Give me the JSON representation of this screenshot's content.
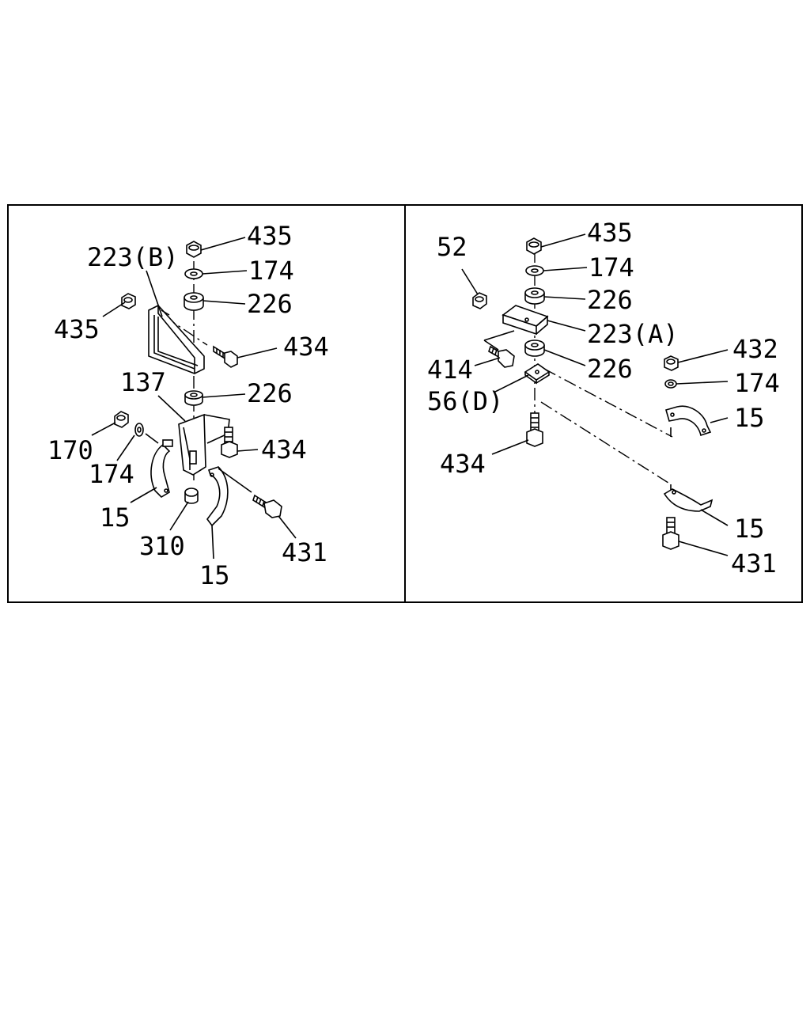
{
  "colors": {
    "ink": "#000000",
    "background": "#ffffff"
  },
  "panels": [
    {
      "labels": {
        "nut_top": "435",
        "washer": "174",
        "bushing_upper": "226",
        "bracket": "223(B)",
        "nut_left": "435",
        "bolt_upper": "434",
        "hanger": "137",
        "bushing_lower": "226",
        "nut_170": "170",
        "washer_lower": "174",
        "bolt_lower": "434",
        "clamp_left": "15",
        "spacer": "310",
        "bolt_431": "431",
        "clamp_bottom": "15"
      }
    },
    {
      "labels": {
        "nut_52": "52",
        "nut_top": "435",
        "washer": "174",
        "bushing_upper": "226",
        "bracket": "223(A)",
        "bolt_414": "414",
        "bushing_lower": "226",
        "plate": "56(D)",
        "bolt_434": "434",
        "nut_432": "432",
        "washer_right": "174",
        "clamp_upper": "15",
        "clamp_lower": "15",
        "bolt_431": "431"
      }
    }
  ]
}
